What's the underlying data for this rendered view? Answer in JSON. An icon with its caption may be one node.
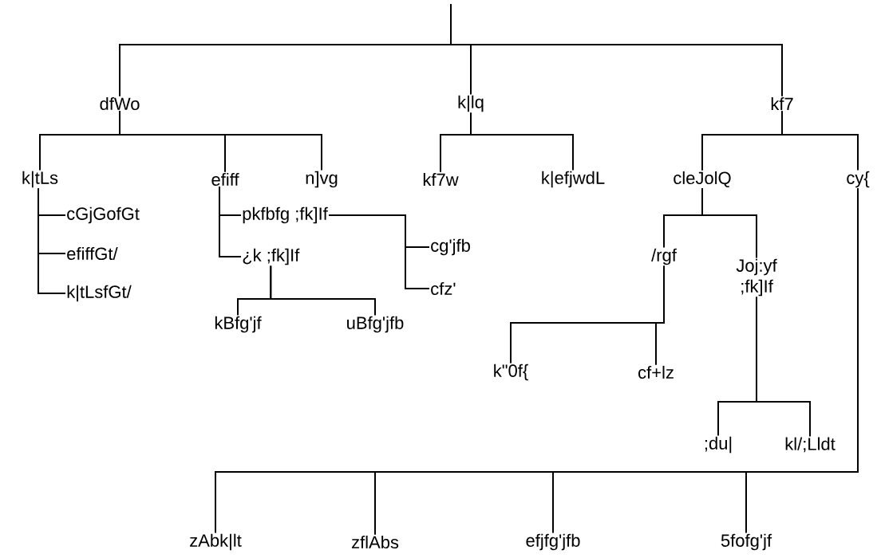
{
  "diagram": {
    "nodes": [
      {
        "text": [
          "dfWo"
        ]
      },
      {
        "text": [
          "k|lq"
        ]
      },
      {
        "text": [
          "kf7"
        ]
      },
      {
        "text": [
          "k|tLs"
        ]
      },
      {
        "text": [
          "efiff"
        ]
      },
      {
        "text": [
          "n]vg"
        ]
      },
      {
        "text": [
          "kf7w"
        ]
      },
      {
        "text": [
          "k|efjwdL"
        ]
      },
      {
        "text": [
          "cleJolQ"
        ]
      },
      {
        "text": [
          "cy{"
        ]
      },
      {
        "text": [
          "cGjGofGt"
        ]
      },
      {
        "text": [
          "efiffGt/"
        ]
      },
      {
        "text": [
          "k|tLsfGt/"
        ]
      },
      {
        "text": [
          "pkfbfg ;fk]If"
        ]
      },
      {
        "text": [
          "¿k ;fk]If"
        ]
      },
      {
        "text": [
          "cg'jfb"
        ]
      },
      {
        "text": [
          "cfz'"
        ]
      },
      {
        "text": [
          "kBfg'jf"
        ]
      },
      {
        "text": [
          "uBfg'jfb"
        ]
      },
      {
        "text": [
          "/rgf"
        ]
      },
      {
        "text": [
          "Joj:yf ;fk]If"
        ]
      },
      {
        "text": [
          "k\"0f{"
        ]
      },
      {
        "text": [
          "cf+lz"
        ]
      },
      {
        "text": [
          ";du|"
        ]
      },
      {
        "text": [
          "kl/;Lldt"
        ]
      },
      {
        "text": [
          "zAbk|lt"
        ]
      },
      {
        "text": [
          "zflAbs"
        ]
      },
      {
        "text": [
          "efjfg'jfb"
        ]
      },
      {
        "text": [
          "5fofg'jf"
        ]
      }
    ],
    "edges": [
      {
        "from": null,
        "to": 0,
        "arrow": "none"
      },
      {
        "from": null,
        "to": 1,
        "arrow": "none"
      },
      {
        "from": null,
        "to": 2,
        "arrow": "none"
      },
      {
        "from": 0,
        "to": 3,
        "arrow": "none"
      },
      {
        "from": 0,
        "to": 4,
        "arrow": "none"
      },
      {
        "from": 0,
        "to": 5,
        "arrow": "none"
      },
      {
        "from": 1,
        "to": 6,
        "arrow": "none"
      },
      {
        "from": 1,
        "to": 7,
        "arrow": "none"
      },
      {
        "from": 2,
        "to": 8,
        "arrow": "none"
      },
      {
        "from": 2,
        "to": 9,
        "arrow": "none"
      },
      {
        "from": 3,
        "to": 10,
        "arrow": "none"
      },
      {
        "from": 3,
        "to": 11,
        "arrow": "none"
      },
      {
        "from": 3,
        "to": 12,
        "arrow": "none"
      },
      {
        "from": 4,
        "to": 13,
        "arrow": "none"
      },
      {
        "from": 4,
        "to": 14,
        "arrow": "none"
      },
      {
        "from": 13,
        "to": 15,
        "arrow": "none"
      },
      {
        "from": 13,
        "to": 16,
        "arrow": "none"
      },
      {
        "from": 14,
        "to": 17,
        "arrow": "none"
      },
      {
        "from": 14,
        "to": 18,
        "arrow": "none"
      },
      {
        "from": 8,
        "to": 19,
        "arrow": "none"
      },
      {
        "from": 8,
        "to": 20,
        "arrow": "none"
      },
      {
        "from": 19,
        "to": 21,
        "arrow": "none"
      },
      {
        "from": 19,
        "to": 22,
        "arrow": "none"
      },
      {
        "from": 20,
        "to": 23,
        "arrow": "none"
      },
      {
        "from": 20,
        "to": 24,
        "arrow": "none"
      },
      {
        "from": 9,
        "to": 25,
        "arrow": "none"
      },
      {
        "from": 9,
        "to": 26,
        "arrow": "none"
      },
      {
        "from": 9,
        "to": 27,
        "arrow": "none"
      },
      {
        "from": 9,
        "to": 28,
        "arrow": "none"
      }
    ]
  }
}
